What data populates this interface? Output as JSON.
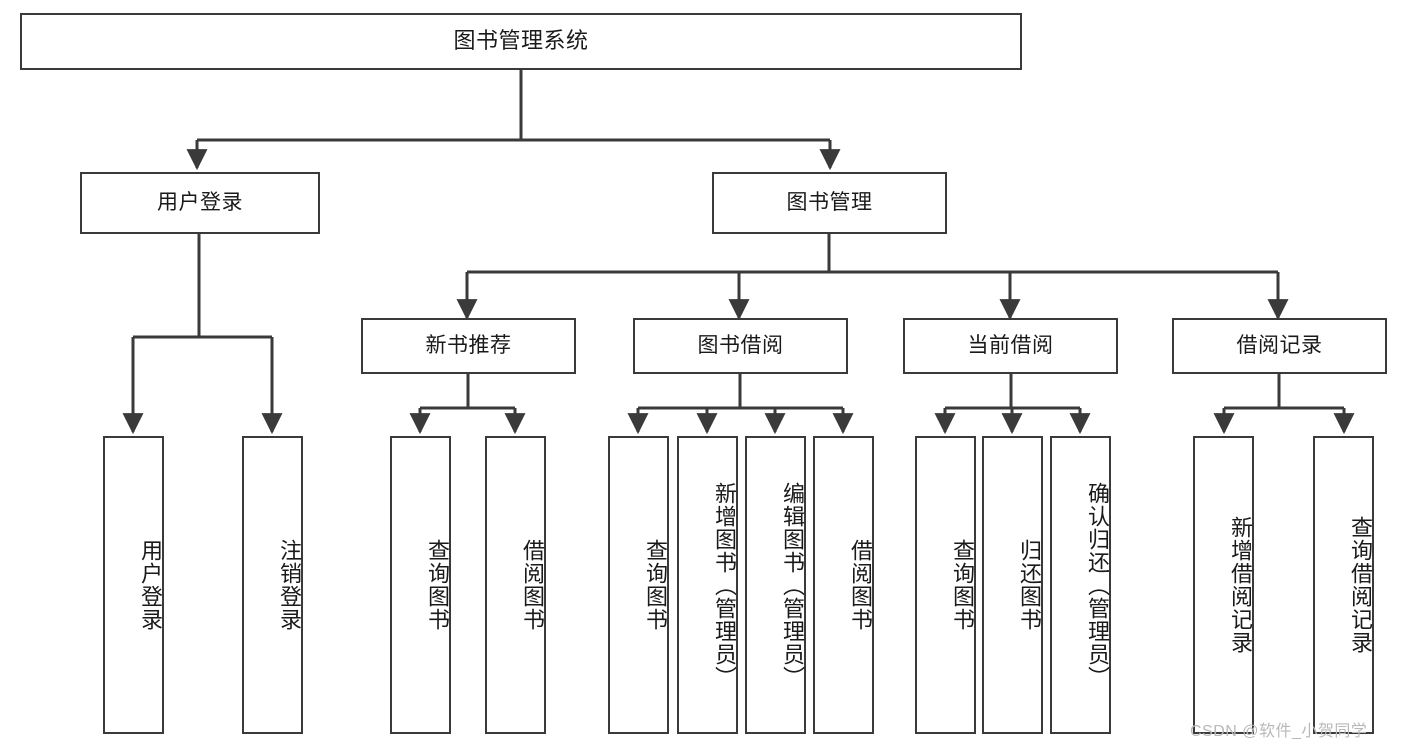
{
  "diagram": {
    "title_node": {
      "label": "图书管理系统"
    },
    "level1": [
      {
        "id": "user-login",
        "label": "用户登录"
      },
      {
        "id": "book-manage",
        "label": "图书管理"
      }
    ],
    "level2": [
      {
        "id": "new-book-recommend",
        "label": "新书推荐"
      },
      {
        "id": "book-borrow",
        "label": "图书借阅"
      },
      {
        "id": "current-borrow",
        "label": "当前借阅"
      },
      {
        "id": "borrow-record",
        "label": "借阅记录"
      }
    ],
    "leaves": [
      {
        "id": "leaf-user-login",
        "label": "用户登录"
      },
      {
        "id": "leaf-logout-login",
        "label": "注销登录"
      },
      {
        "id": "leaf-query-book-1",
        "label": "查询图书"
      },
      {
        "id": "leaf-borrow-book-1",
        "label": "借阅图书"
      },
      {
        "id": "leaf-query-book-2",
        "label": "查询图书"
      },
      {
        "id": "leaf-add-book-admin",
        "label": "新增图书（管理员）"
      },
      {
        "id": "leaf-edit-book-admin",
        "label": "编辑图书（管理员）"
      },
      {
        "id": "leaf-borrow-book-2",
        "label": "借阅图书"
      },
      {
        "id": "leaf-query-book-3",
        "label": "查询图书"
      },
      {
        "id": "leaf-return-book",
        "label": "归还图书"
      },
      {
        "id": "leaf-confirm-return-admin",
        "label": "确认归还（管理员）"
      },
      {
        "id": "leaf-add-borrow-record",
        "label": "新增借阅记录"
      },
      {
        "id": "leaf-query-borrow-record",
        "label": "查询借阅记录"
      }
    ],
    "watermark": "CSDN @软件_小贺同学",
    "colors": {
      "stroke": "#3a3a3a",
      "fill": "#ffffff",
      "text": "#1a1a1a",
      "watermark": "#b9b9b9"
    }
  }
}
